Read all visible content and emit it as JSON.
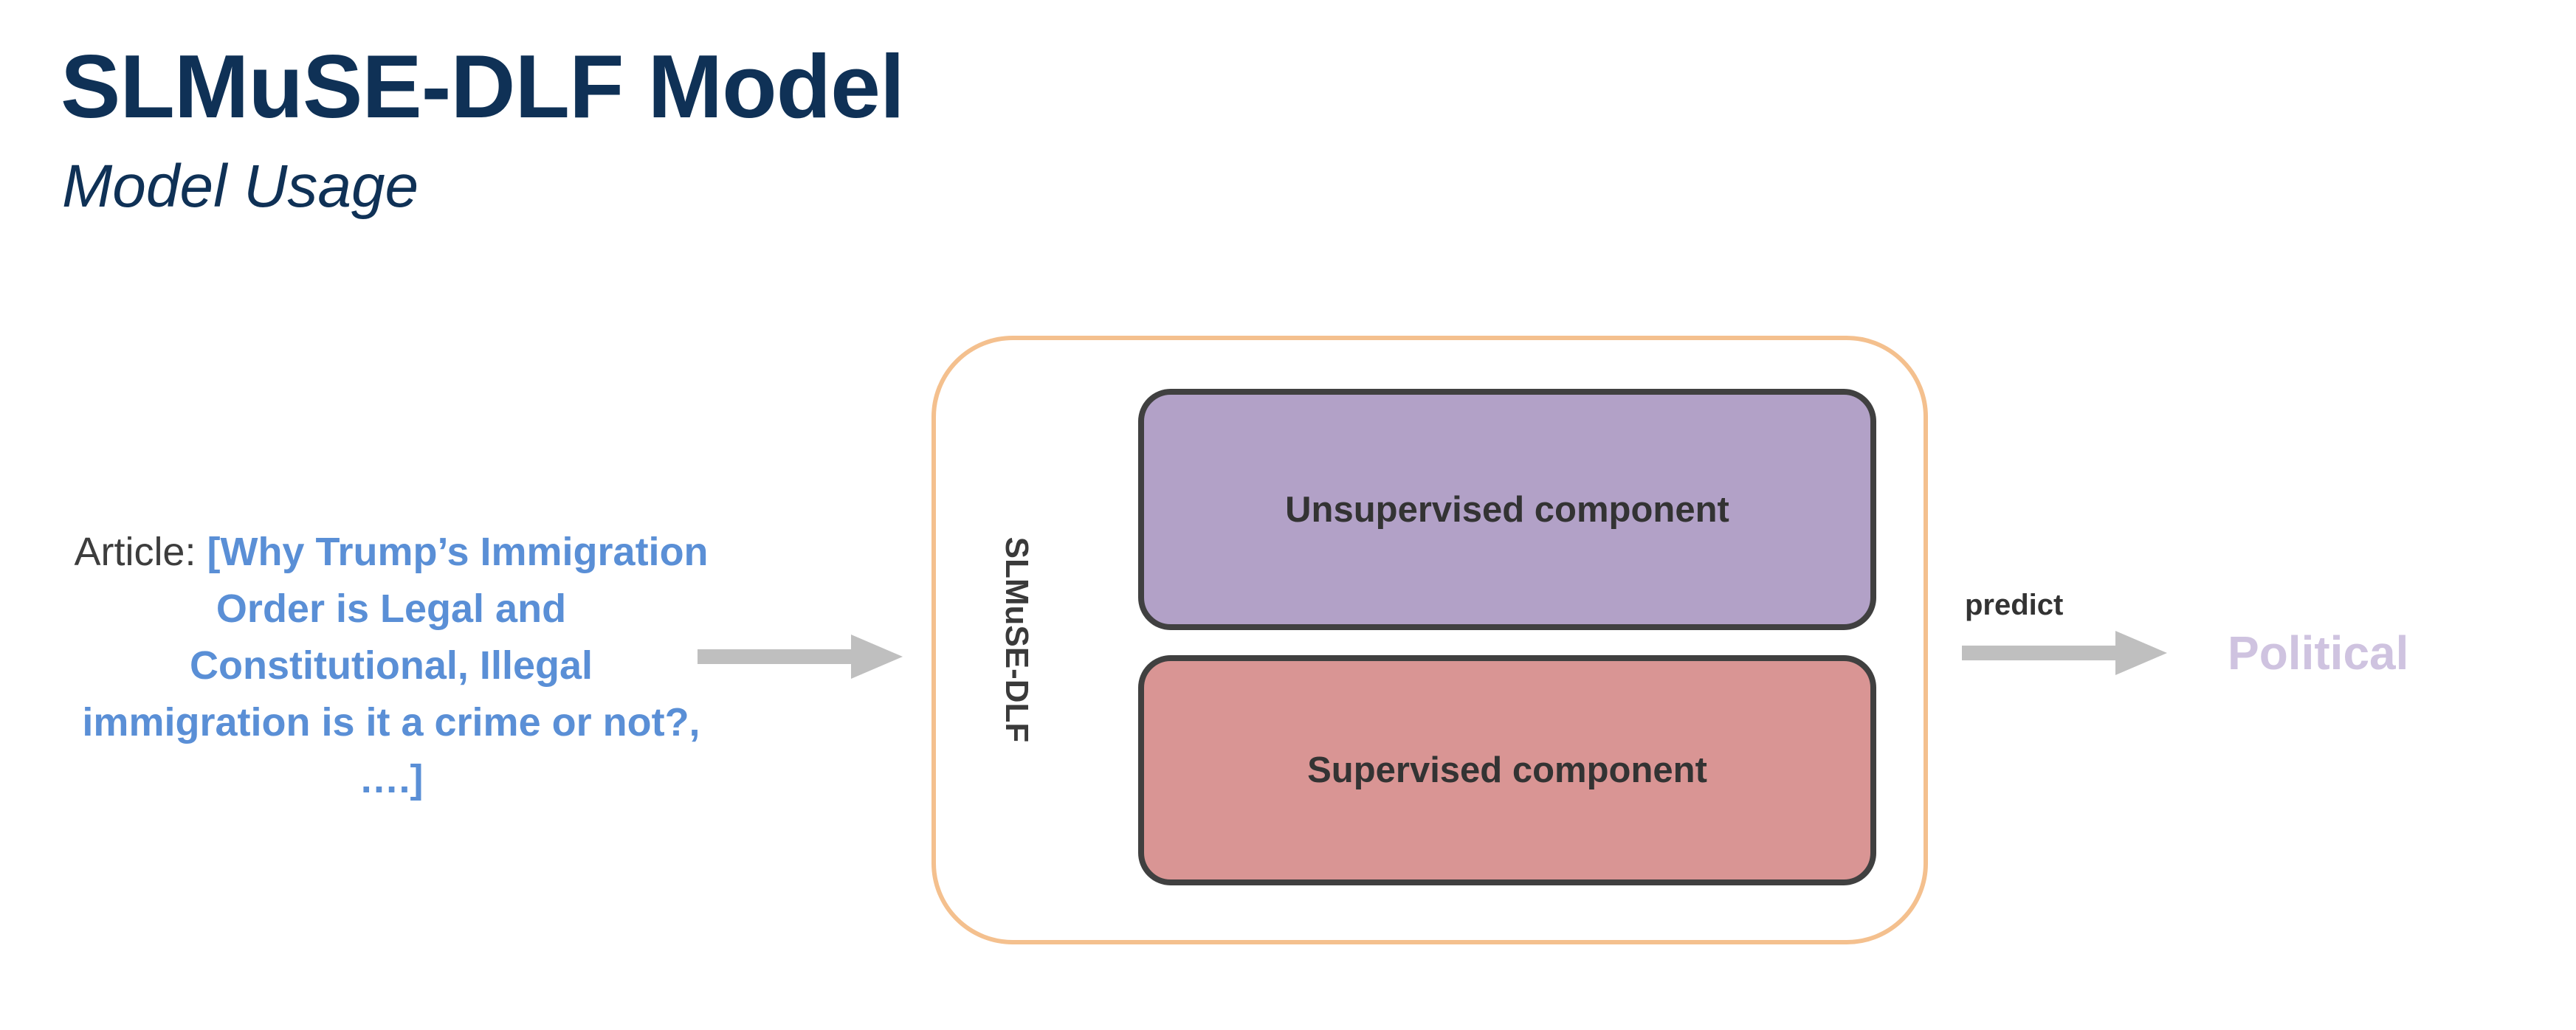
{
  "title": "SLMuSE-DLF Model",
  "subtitle": "Model Usage",
  "article": {
    "label": "Article",
    "separator": ":",
    "text": "[Why Trump’s Immigration Order is Legal and Constitutional, Illegal immigration is it a crime or not?, ….]"
  },
  "model": {
    "name": "SLMuSE-DLF",
    "components": [
      {
        "label": "Unsupervised component",
        "color": "#b2a1c7"
      },
      {
        "label": "Supervised component",
        "color": "#d99594"
      }
    ],
    "border_color": "#f4c08e"
  },
  "predict_label": "predict",
  "output_label": "Political",
  "colors": {
    "title": "#0f3156",
    "article_text": "#5a8fd6",
    "arrow": "#bfbfbf",
    "output": "#cfc3e0"
  }
}
